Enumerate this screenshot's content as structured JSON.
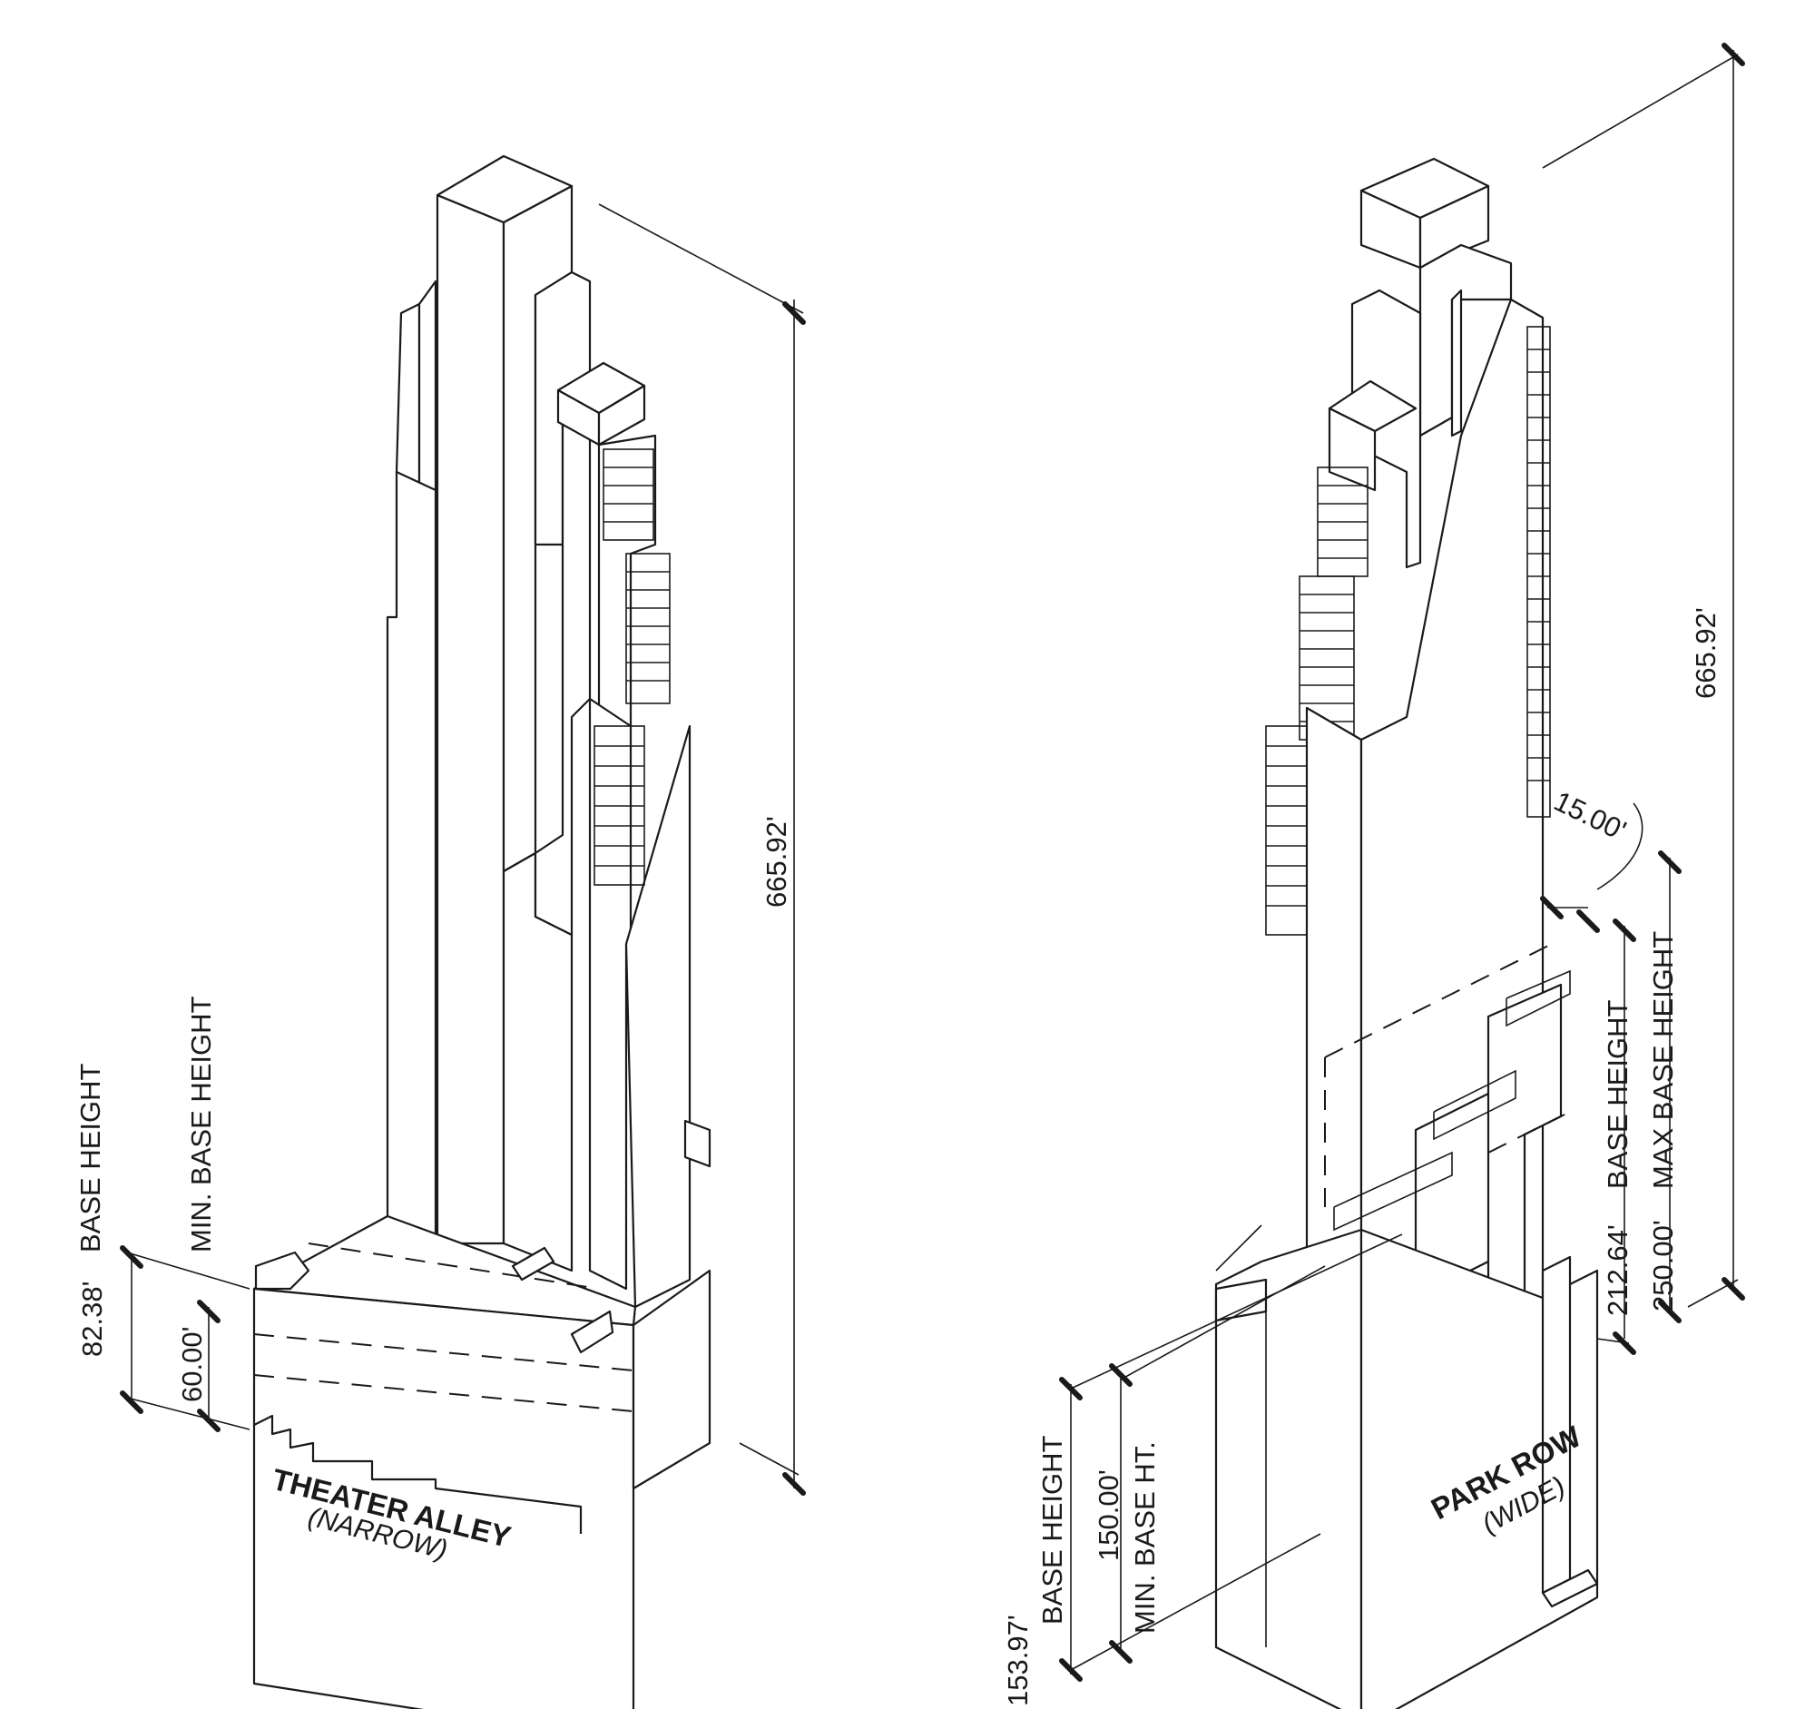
{
  "left_building": {
    "street_name": "THEATER ALLEY",
    "street_type": "(NARROW)",
    "labels": {
      "base_height": "BASE HEIGHT",
      "min_base_height": "MIN. BASE HEIGHT"
    },
    "dimensions": {
      "base_height": "82.38'",
      "min_base_height": "60.00'",
      "total_height": "665.92'"
    }
  },
  "right_building": {
    "street_name": "PARK ROW",
    "street_type": "(WIDE)",
    "labels": {
      "base_height": "BASE HEIGHT",
      "min_base_height": "MIN. BASE HT.",
      "base_height_2": "BASE HEIGHT",
      "max_base_height": "MAX BASE HEIGHT"
    },
    "dimensions": {
      "base_height": "153.97'",
      "min_base_height": "150.00'",
      "base_height_2": "212.64'",
      "max_base_height": "250.00'",
      "setback": "15.00'",
      "total_height": "665.92'"
    }
  }
}
